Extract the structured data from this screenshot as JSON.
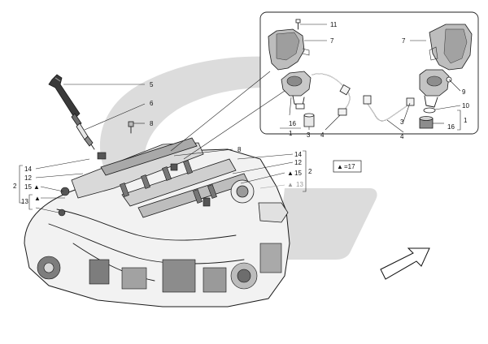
{
  "diagram": {
    "legend": {
      "mark": "▲",
      "text": "=17"
    },
    "callouts": {
      "c1": "1",
      "c2": "2",
      "c3": "3",
      "c4": "4",
      "c5": "5",
      "c6": "6",
      "c7": "7",
      "c8": "8",
      "c9": "9",
      "c10": "10",
      "c11": "11",
      "c12": "12",
      "c13": "13",
      "c14": "14",
      "c15": "15",
      "c16": "16"
    },
    "colors": {
      "watermark": "#dcdcdc",
      "ink": "#1a1a1a",
      "paper": "#ffffff"
    }
  }
}
